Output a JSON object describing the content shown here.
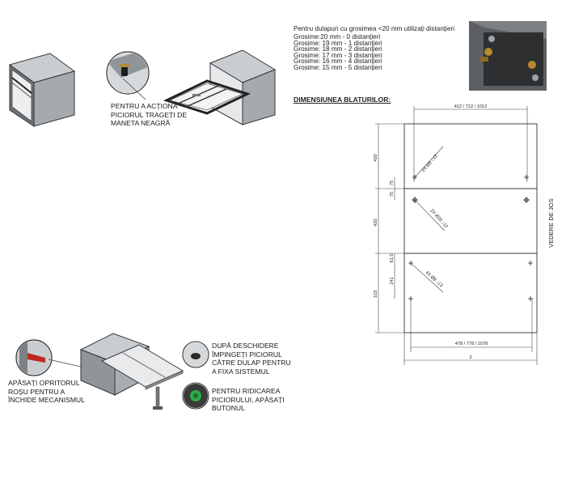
{
  "captions": {
    "pull_leg": [
      "PENTRU A ACȚIONA",
      "PICIORUL TRAGEȚI DE",
      "MANETA NEAGRĂ"
    ],
    "red_stopper": [
      "APĂSAȚI OPRITORUL",
      "ROȘU PENTRU A",
      "ÎNCHIDE MECANISMUL"
    ],
    "push_leg": [
      "DUPĂ DESCHIDERE",
      "ÎMPINGEȚI PICIORUL",
      "CĂTRE DULAP PENTRU",
      "A FIXA SISTEMUL"
    ],
    "raise_leg": [
      "PENTRU RIDICAREA",
      "PICIORULUI, APĂSAȚI",
      "BUTONUL"
    ]
  },
  "spacer_rule": {
    "title": "Pentru dulapuri cu grosimea <20 mm utilizați distanțieri",
    "lines": [
      "Grosime:20 mm - 0 distanțieri",
      "Grosime: 19 mm - 1 distanțieri",
      "Grosime: 18 mm - 2 distanțieri",
      "Grosime: 17 mm - 3 distanțieri",
      "Grosime: 16 mm - 4 distanțieri",
      "Grosime: 15 mm - 5 distanțieri"
    ]
  },
  "drawing": {
    "heading": "DIMENSIUNEA BLATURILOR:",
    "view_label": "VEDERE DE JOS",
    "top_width": "412 / 712 / 1012",
    "bottom_width": "478 / 778 / 1078",
    "total_width": "2",
    "panel_heights": [
      "420",
      "420",
      "515"
    ],
    "offsets": [
      "75",
      "75",
      "61.5",
      "241"
    ],
    "holes": [
      "2X Ø8 ↓13",
      "2X Ø20 ↓12",
      "4X Ø8 ↓13"
    ]
  }
}
